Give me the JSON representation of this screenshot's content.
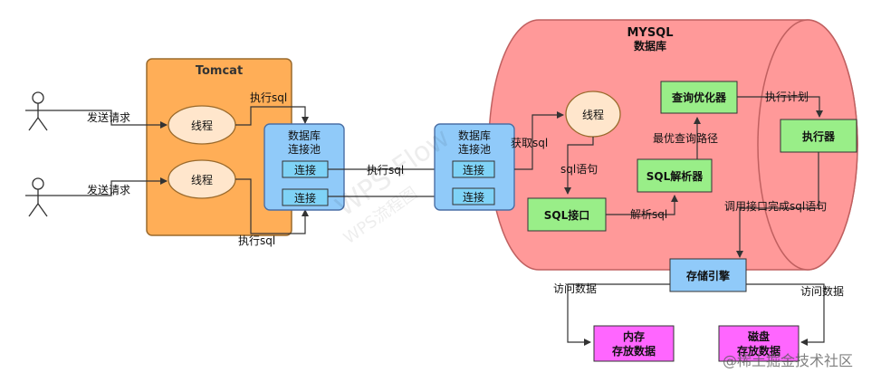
{
  "tomcat": {
    "title": "Tomcat",
    "thread1": "线程",
    "thread2": "线程",
    "req1": "发送请求",
    "req2": "发送请求",
    "exec_top": "执行sql",
    "exec_bottom": "执行sql"
  },
  "pool_left": {
    "title_line1": "数据库",
    "title_line2": "连接池",
    "conn1": "连接",
    "conn2": "连接"
  },
  "pool_right": {
    "title_line1": "数据库",
    "title_line2": "连接池",
    "conn1": "连接",
    "conn2": "连接"
  },
  "link_exec": "执行sql",
  "mysql": {
    "title_line1": "MYSQL",
    "title_line2": "数据库",
    "get_sql": "获取sql",
    "thread": "线程",
    "sql_stmt": "sql语句",
    "sql_interface": "SQL接口",
    "parse_sql": "解析sql",
    "sql_parser": "SQL解析器",
    "best_path": "最优查询路径",
    "optimizer": "查询优化器",
    "exec_plan": "执行计划",
    "executor": "执行器",
    "call_interface": "调用接口完成sql语句",
    "storage_engine": "存储引擎"
  },
  "storage": {
    "access_left": "访问数据",
    "access_right": "访问数据",
    "memory_line1": "内存",
    "memory_line2": "存放数据",
    "disk_line1": "磁盘",
    "disk_line2": "存放数据"
  },
  "watermark": {
    "diagonal": "WPS Flow",
    "diagonal2": "WPS流程图",
    "credit": "@稀土掘金技术社区"
  },
  "colors": {
    "tomcat_fill": "#FFAE57",
    "tomcat_stroke": "#9A6A2C",
    "thread_fill": "#FFE6CC",
    "pool_fill": "#90CAF9",
    "pool_stroke": "#4A6FA5",
    "conn_fill": "#7FD3F7",
    "mysql_fill": "#FF9999",
    "mysql_stroke": "#C06060",
    "green_fill": "#99EE88",
    "magenta_fill": "#FF66FF",
    "storage_fill": "#90CAF9"
  }
}
